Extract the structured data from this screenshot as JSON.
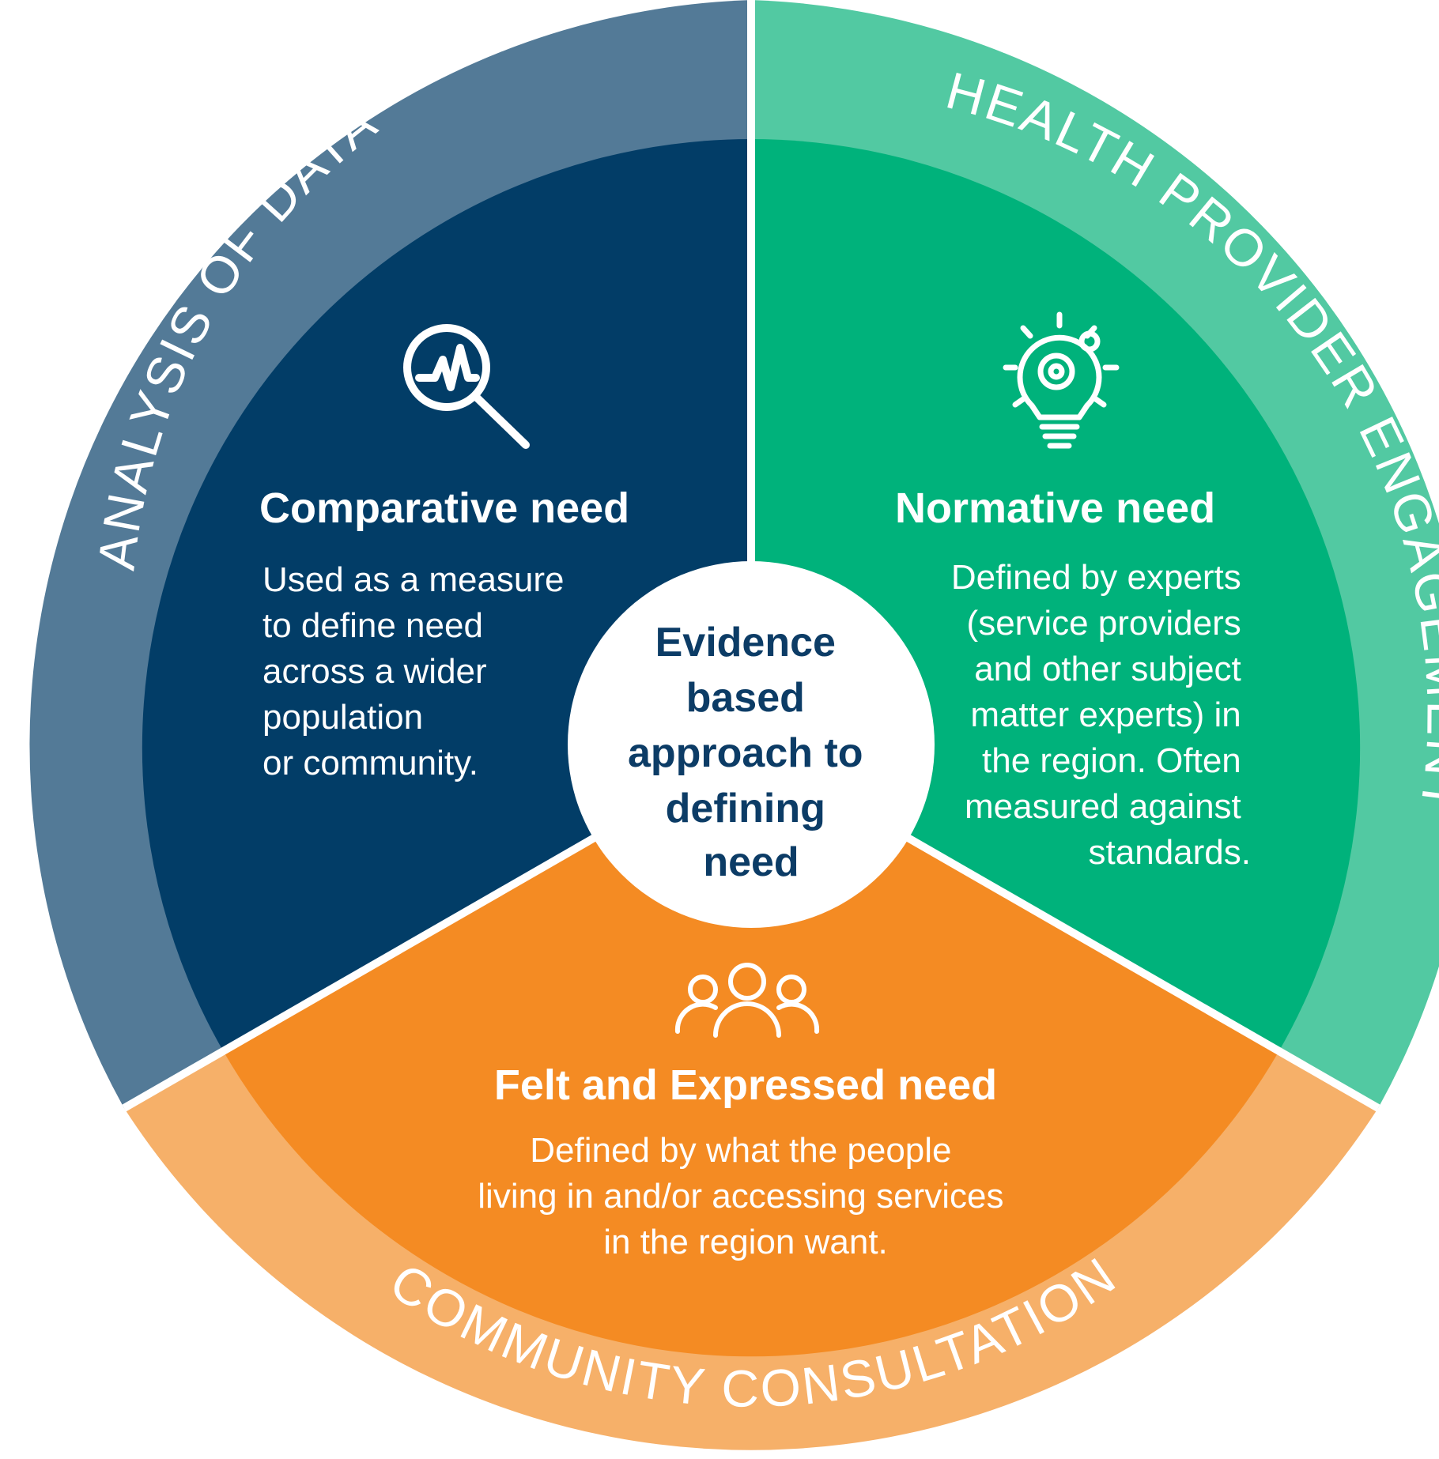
{
  "center": {
    "lines": [
      "Evidence",
      "based",
      "approach to",
      "defining",
      "need"
    ]
  },
  "segments": {
    "comparative": {
      "ring_label": "ANALYSIS OF DATA",
      "title": "Comparative need",
      "body": [
        "Used as a measure",
        "to define need",
        "across a wider",
        "population",
        "or community."
      ],
      "icon": "magnifier-chart-icon",
      "inner_color": "#023d67",
      "ring_color": "#537a97"
    },
    "normative": {
      "ring_label": "HEALTH PROVIDER ENGAGEMENT",
      "title": "Normative need",
      "body": [
        "Defined by experts",
        "(service providers",
        "and other subject",
        "matter experts) in",
        "the region. Often",
        "measured against",
        "standards."
      ],
      "icon": "lightbulb-gear-icon",
      "inner_color": "#00b27b",
      "ring_color": "#52c9a2"
    },
    "felt": {
      "ring_label": "COMMUNITY CONSULTATION",
      "title": "Felt and Expressed need",
      "body": [
        "Defined by what the people",
        "living in and/or accessing services",
        "in the region want."
      ],
      "icon": "people-group-icon",
      "inner_color": "#f48b23",
      "ring_color": "#f6b069"
    }
  }
}
